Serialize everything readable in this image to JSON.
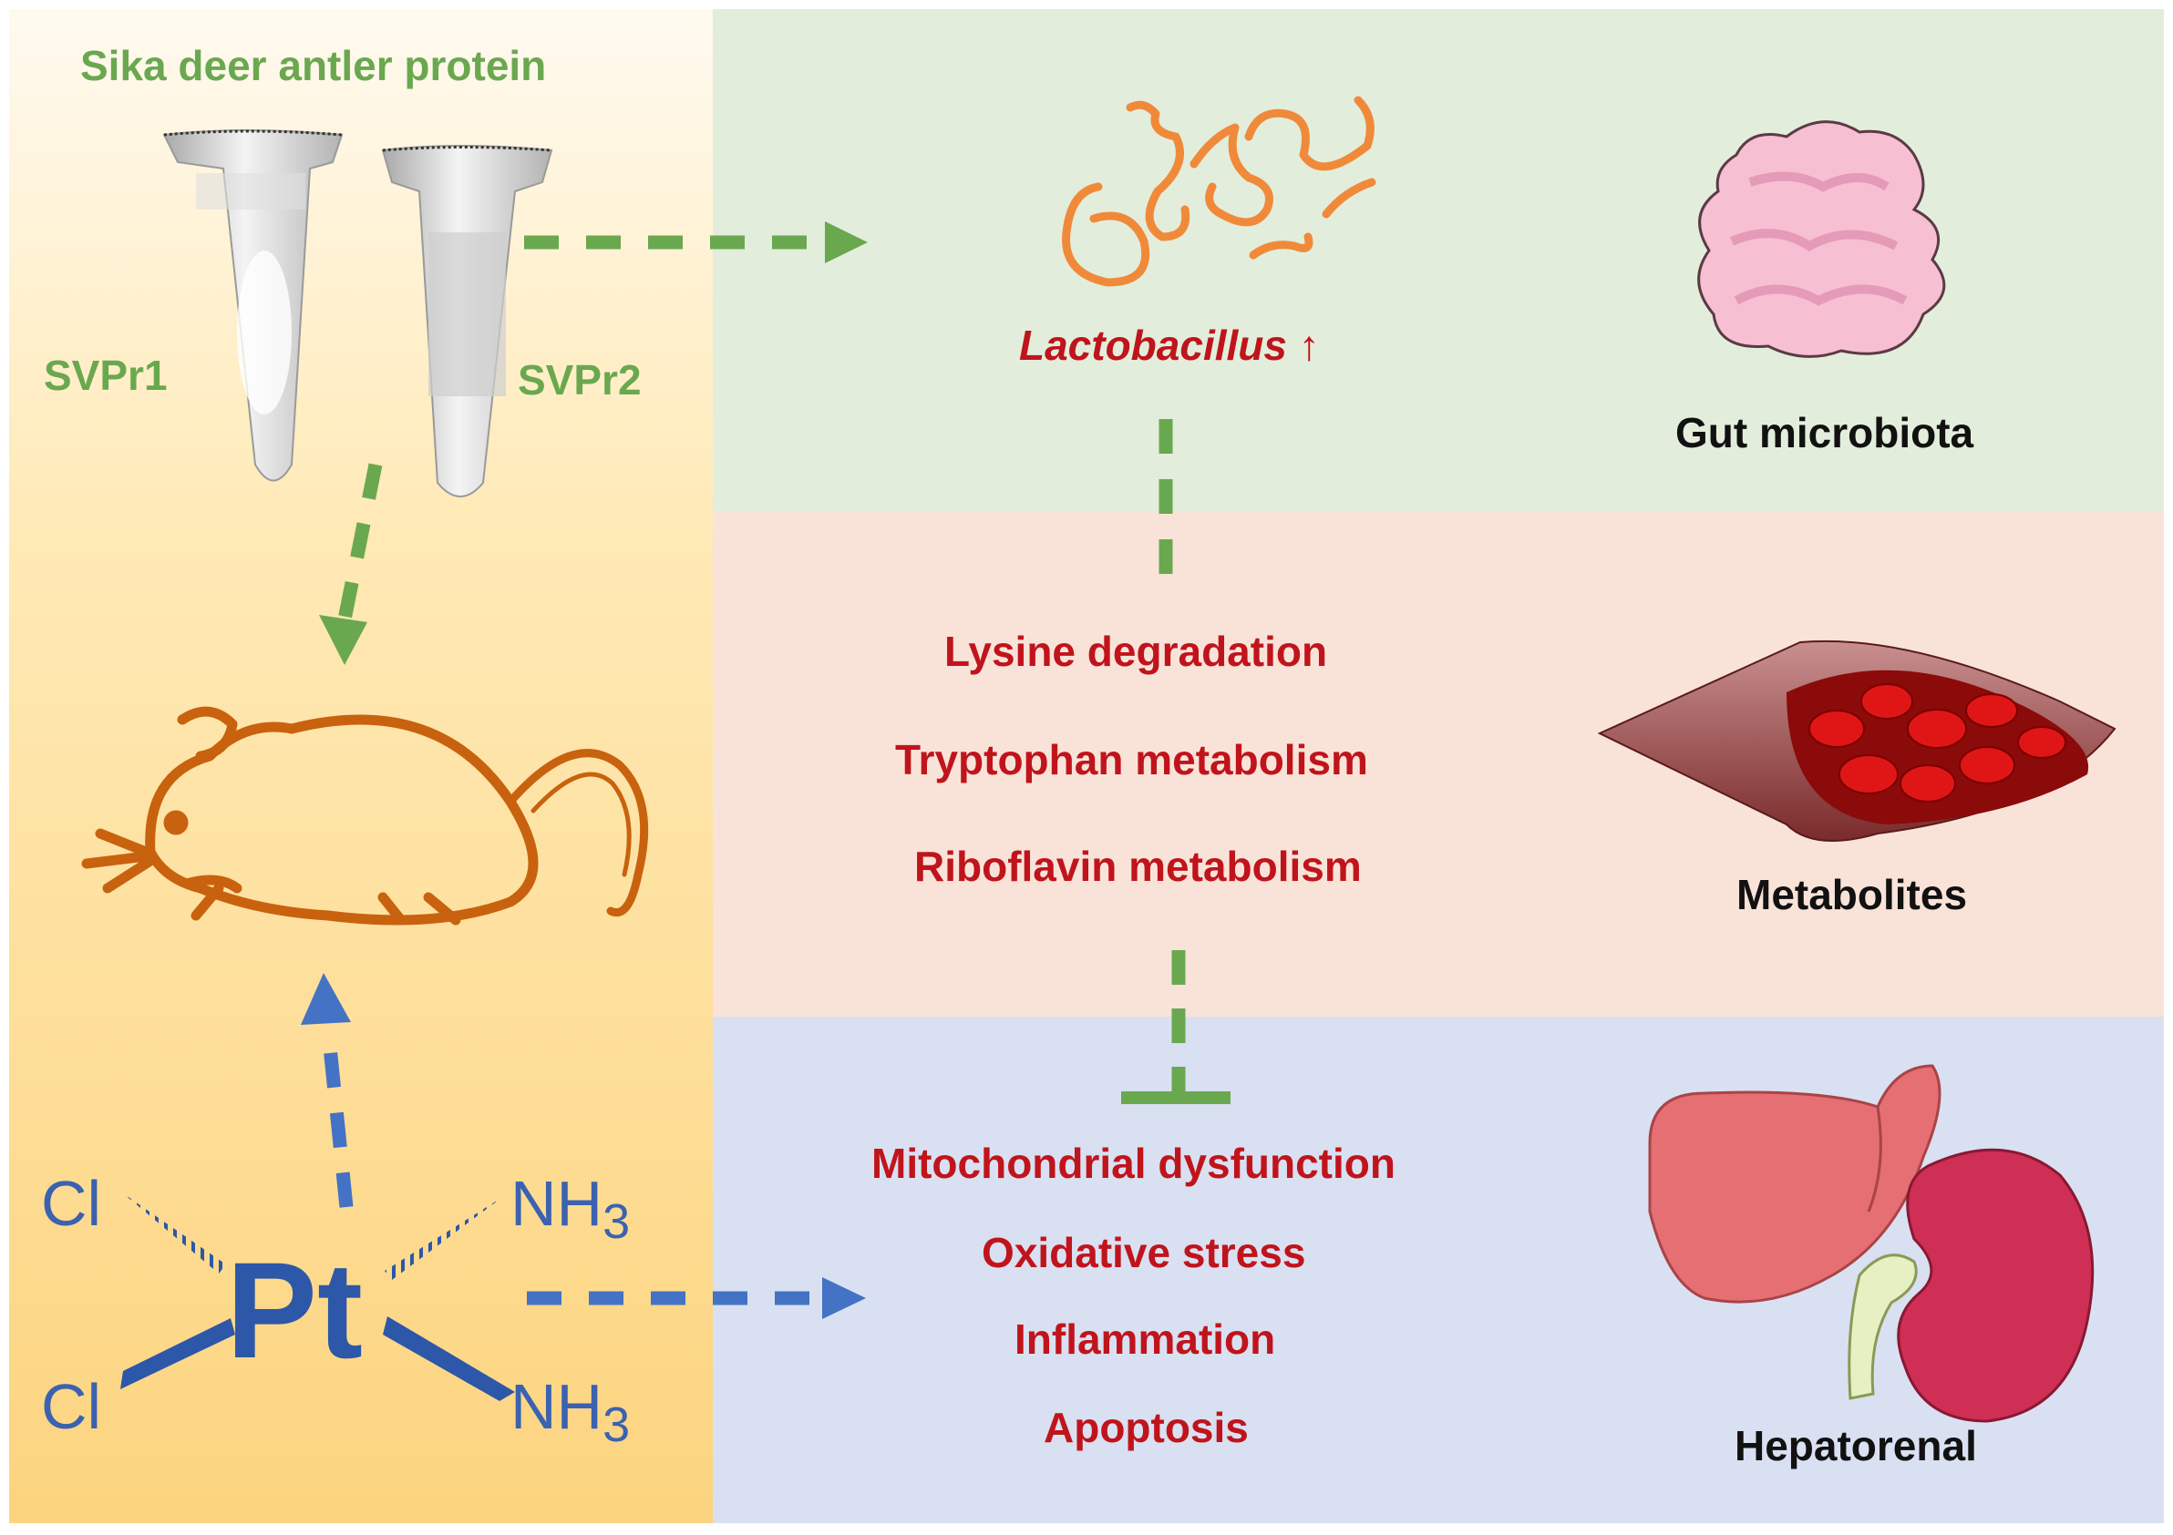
{
  "left_panel": {
    "title": "Sika deer antler protein",
    "tube1_label": "SVPr1",
    "tube2_label": "SVPr2",
    "cisplatin": {
      "center_atom": "Pt",
      "ligand_top_left": "Cl",
      "ligand_bottom_left": "Cl",
      "ligand_top_right": "NH",
      "ligand_bottom_right": "NH",
      "subscript": "3"
    }
  },
  "gut_panel": {
    "bacteria_label": "Lactobacillus",
    "trend_arrow": "↑",
    "organ_label": "Gut microbiota"
  },
  "metabolite_panel": {
    "pathways": [
      "Lysine degradation",
      "Tryptophan metabolism",
      "Riboflavin metabolism"
    ],
    "organ_label": "Metabolites"
  },
  "hepatorenal_panel": {
    "effects": [
      "Mitochondrial dysfunction",
      "Oxidative stress",
      "Inflammation",
      "Apoptosis"
    ],
    "organ_label": "Hepatorenal"
  },
  "colors": {
    "green_arrow": "#6aa84f",
    "blue_arrow": "#4472c4",
    "red_text": "#c0141c",
    "gut_bg": "#e2eedb",
    "metabolite_bg": "#f9e3d9",
    "hepatorenal_bg": "#d9e0f1",
    "mouse": "#c8620e"
  }
}
